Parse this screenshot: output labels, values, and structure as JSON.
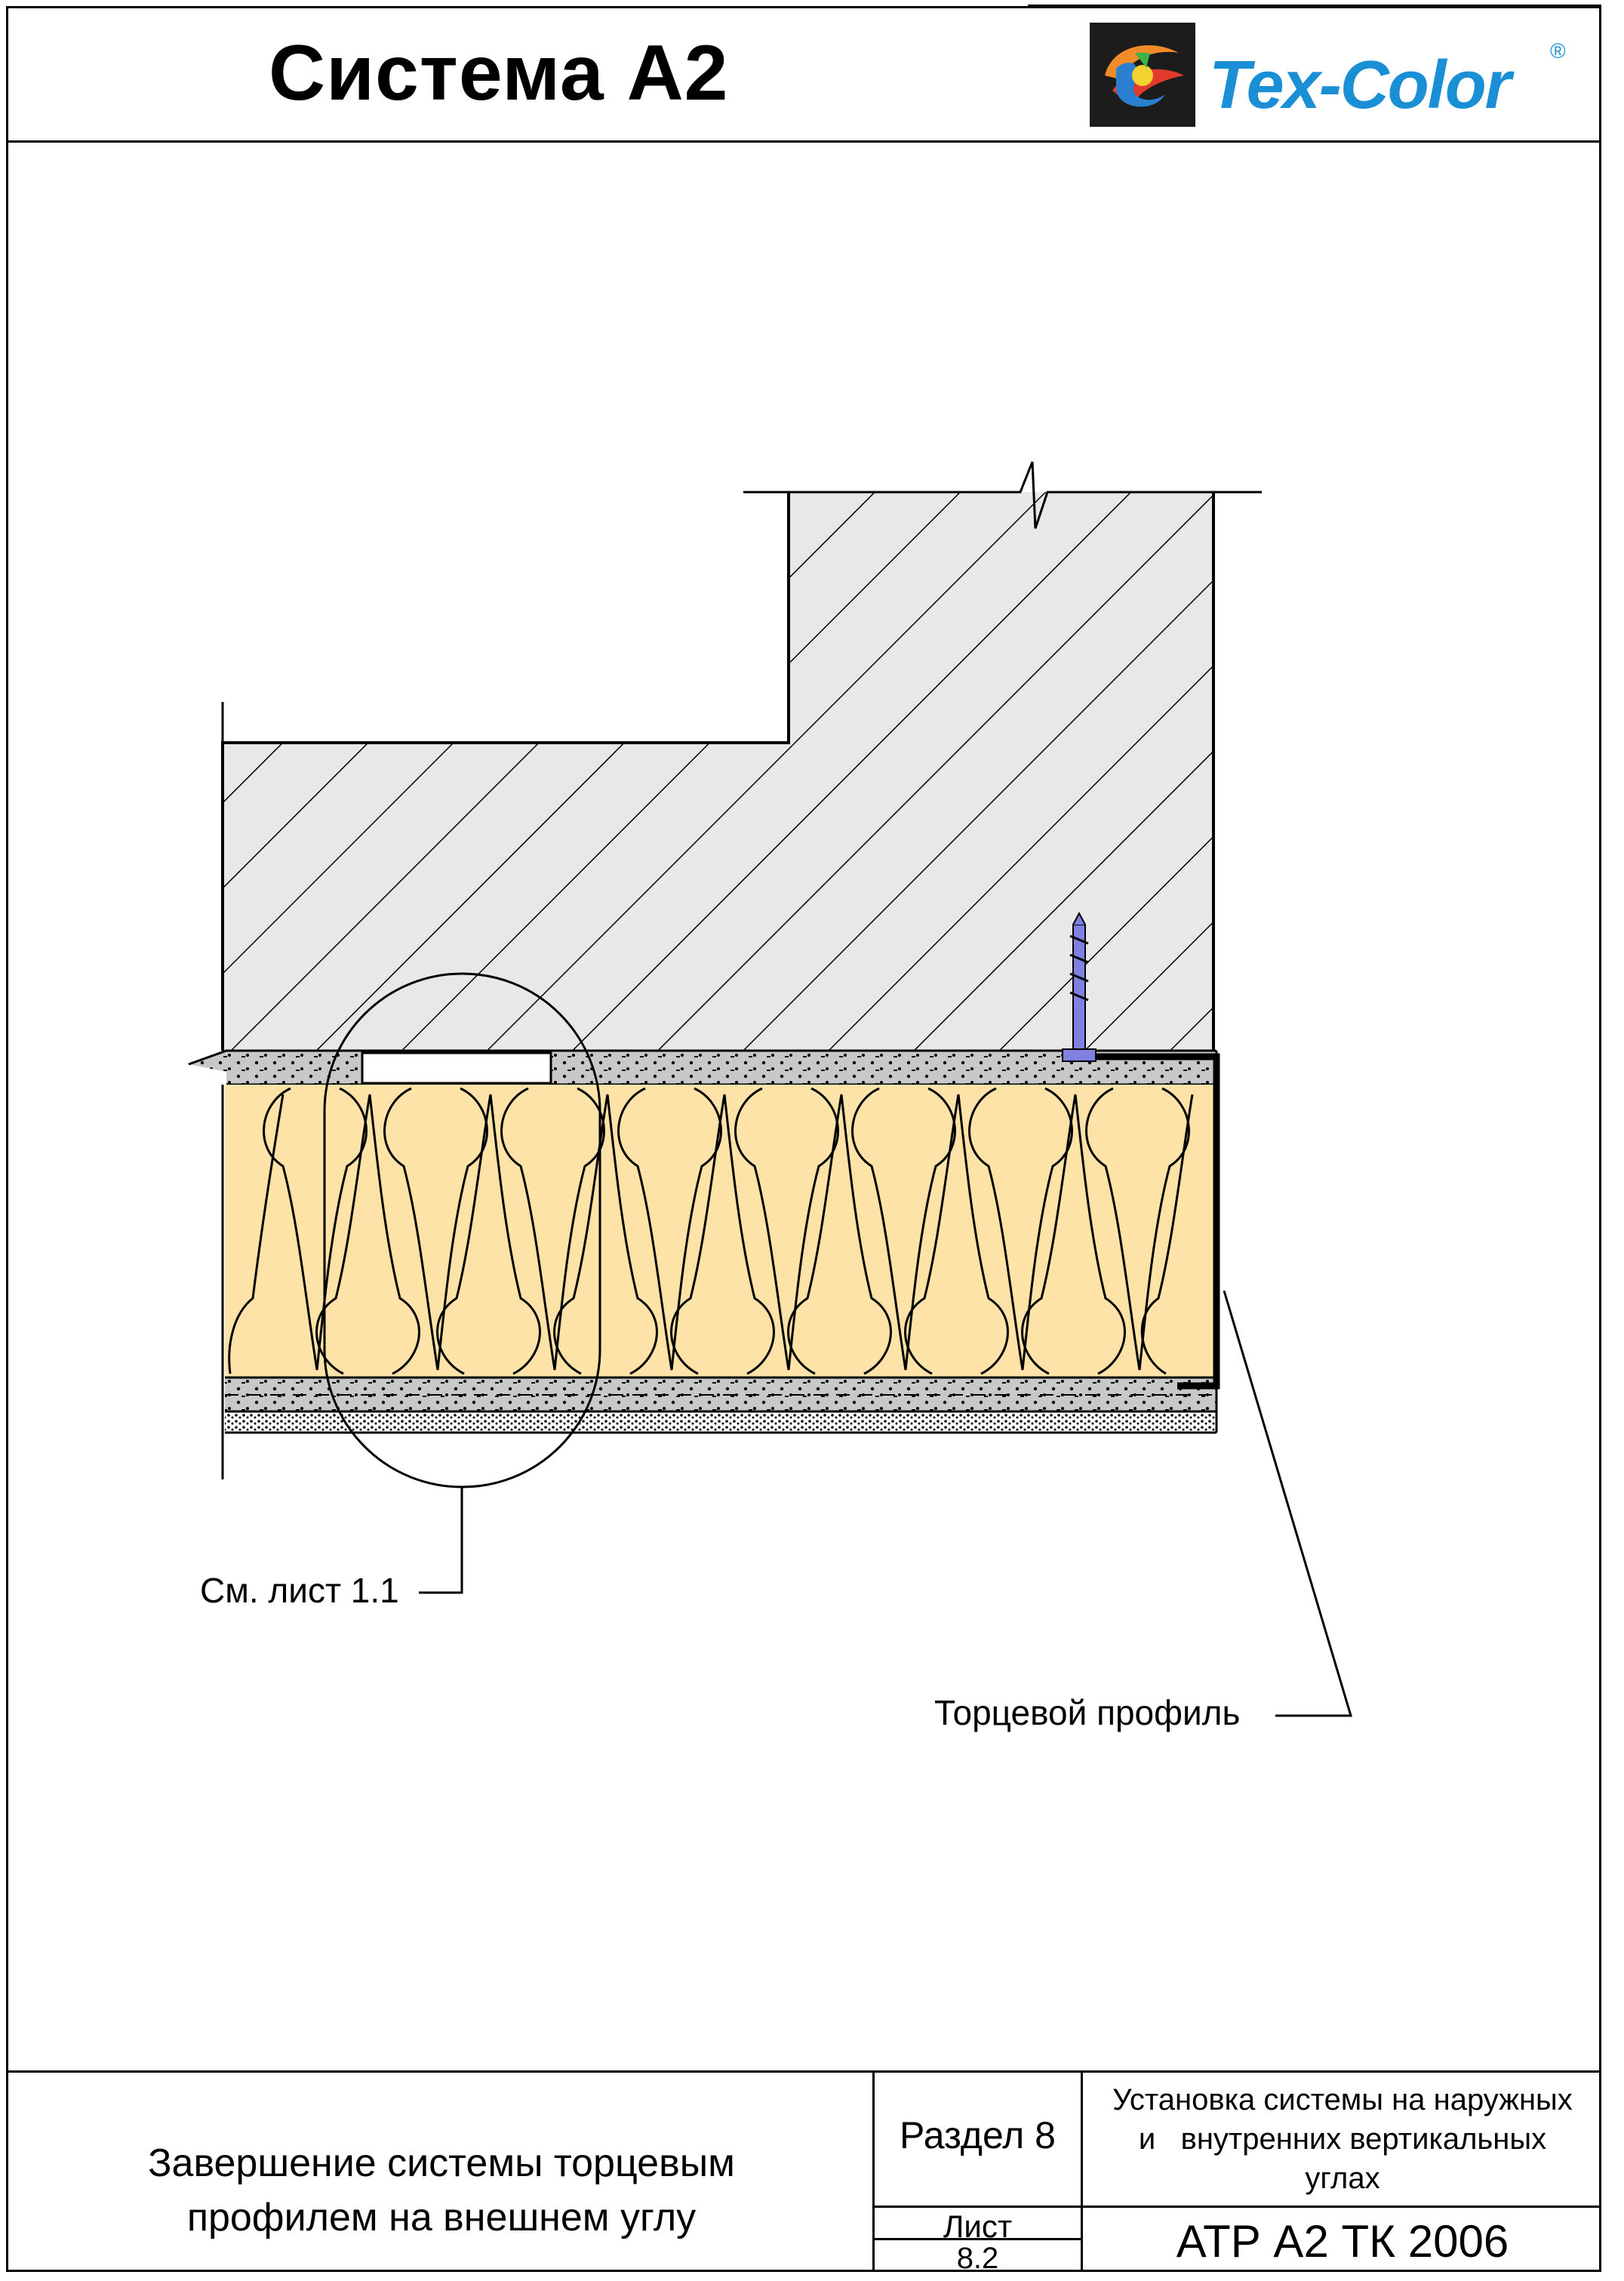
{
  "header": {
    "title": "Система А2",
    "brand": {
      "name": "Tex-Color",
      "registered_mark": "®",
      "color": "#1a8fd6"
    }
  },
  "drawing": {
    "callouts": {
      "detail_reference": "См. лист 1.1",
      "end_profile": "Торцевой профиль"
    },
    "materials": {
      "wall_fill": "#e8e8e8",
      "insulation_fill": "#fde3a7",
      "adhesive_fill": "#c8c8c8",
      "dowel_color": "#8080e0"
    }
  },
  "title_block": {
    "drawing_name": [
      "Завершение системы торцевым",
      "профилем на внешнем углу"
    ],
    "section": "Раздел 8",
    "sheet_label": "Лист",
    "sheet_number": "8.2",
    "section_title": [
      "Установка системы на наружных",
      "и   внутренних вертикальных",
      "углах"
    ],
    "document_code": "АТР А2 ТК 2006"
  }
}
